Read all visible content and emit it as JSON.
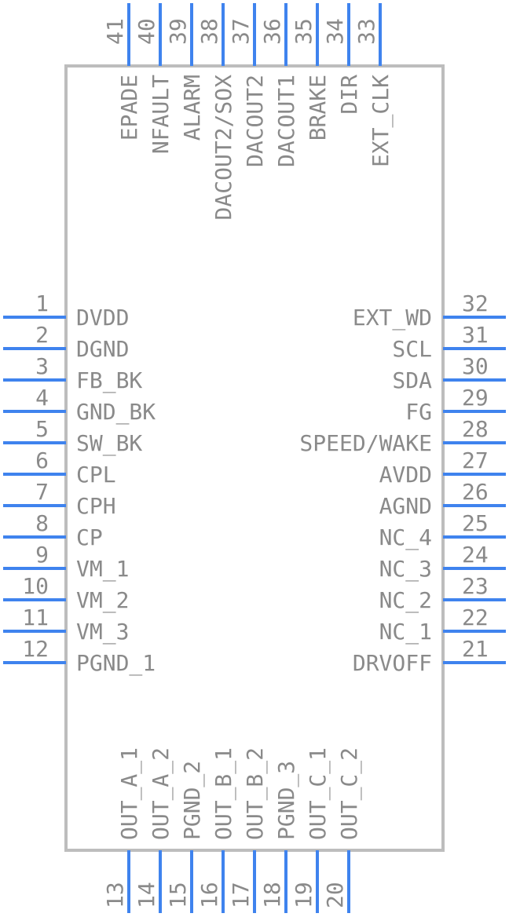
{
  "colors": {
    "pin": "#3f83ee",
    "body_outline": "#bdbdbd",
    "text": "#8a8a8a",
    "background": "#ffffff"
  },
  "left_pins": [
    {
      "num": "1",
      "name": "DVDD"
    },
    {
      "num": "2",
      "name": "DGND"
    },
    {
      "num": "3",
      "name": "FB_BK"
    },
    {
      "num": "4",
      "name": "GND_BK"
    },
    {
      "num": "5",
      "name": "SW_BK"
    },
    {
      "num": "6",
      "name": "CPL"
    },
    {
      "num": "7",
      "name": "CPH"
    },
    {
      "num": "8",
      "name": "CP"
    },
    {
      "num": "9",
      "name": "VM_1"
    },
    {
      "num": "10",
      "name": "VM_2"
    },
    {
      "num": "11",
      "name": "VM_3"
    },
    {
      "num": "12",
      "name": "PGND_1"
    }
  ],
  "bottom_pins": [
    {
      "num": "13",
      "name": "OUT_A_1"
    },
    {
      "num": "14",
      "name": "OUT_A_2"
    },
    {
      "num": "15",
      "name": "PGND_2"
    },
    {
      "num": "16",
      "name": "OUT_B_1"
    },
    {
      "num": "17",
      "name": "OUT_B_2"
    },
    {
      "num": "18",
      "name": "PGND_3"
    },
    {
      "num": "19",
      "name": "OUT_C_1"
    },
    {
      "num": "20",
      "name": "OUT_C_2"
    }
  ],
  "right_pins": [
    {
      "num": "21",
      "name": "DRVOFF"
    },
    {
      "num": "22",
      "name": "NC_1"
    },
    {
      "num": "23",
      "name": "NC_2"
    },
    {
      "num": "24",
      "name": "NC_3"
    },
    {
      "num": "25",
      "name": "NC_4"
    },
    {
      "num": "26",
      "name": "AGND"
    },
    {
      "num": "27",
      "name": "AVDD"
    },
    {
      "num": "28",
      "name": "SPEED/WAKE"
    },
    {
      "num": "29",
      "name": "FG"
    },
    {
      "num": "30",
      "name": "SDA"
    },
    {
      "num": "31",
      "name": "SCL"
    },
    {
      "num": "32",
      "name": "EXT_WD"
    }
  ],
  "top_pins": [
    {
      "num": "33",
      "name": "EXT_CLK"
    },
    {
      "num": "34",
      "name": "DIR"
    },
    {
      "num": "35",
      "name": "BRAKE"
    },
    {
      "num": "36",
      "name": "DACOUT1"
    },
    {
      "num": "37",
      "name": "DACOUT2"
    },
    {
      "num": "38",
      "name": "DACOUT2/SOX"
    },
    {
      "num": "39",
      "name": "ALARM"
    },
    {
      "num": "40",
      "name": "NFAULT"
    },
    {
      "num": "41",
      "name": "EPADE"
    }
  ]
}
